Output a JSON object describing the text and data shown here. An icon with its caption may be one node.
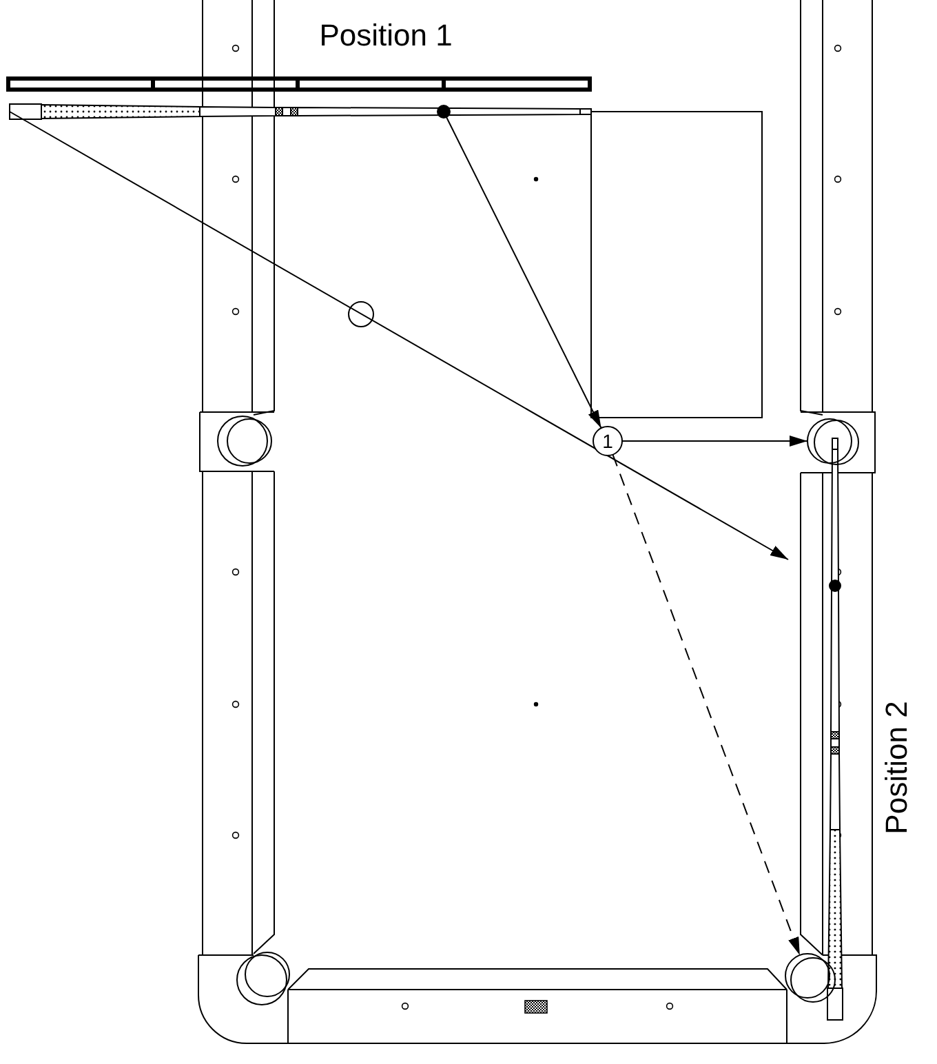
{
  "diagram": {
    "nodes": [
      {
        "text": [],
        "shape": "picture"
      },
      {
        "text": [],
        "shape": "circle",
        "in": 0
      },
      {
        "text": [],
        "shape": "circle"
      },
      {
        "text": [
          "1"
        ]
      },
      {
        "text": [],
        "shape": "circle"
      },
      {
        "text": [],
        "shape": "circle"
      },
      {
        "text": [],
        "shape": "circle"
      }
    ],
    "edges": [
      {
        "from": 0,
        "to": null,
        "arrow": "to"
      },
      {
        "from": 1,
        "to": 3,
        "arrow": "to"
      },
      {
        "from": 3,
        "to": 4,
        "arrow": "to"
      },
      {
        "from": 3,
        "to": 6,
        "arrow": "to",
        "style": "dashed"
      }
    ],
    "labels": [
      "Position 1",
      "Position 2"
    ]
  }
}
